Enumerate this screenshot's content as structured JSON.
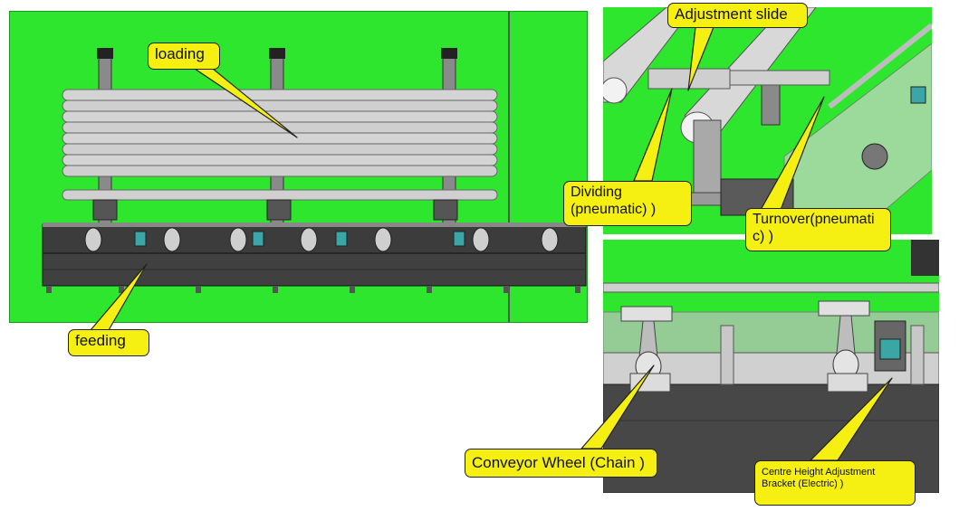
{
  "labels": {
    "loading": "loading",
    "feeding": "feeding",
    "adjustment_slide": "Adjustment slide",
    "dividing": "Dividing (pneumatic) )",
    "turnover": "Turnover(pneumatic) )",
    "conveyor_wheel": "Conveyor Wheel (Chain )",
    "centre_height": "Centre Height Adjustment Bracket (Electric) )"
  },
  "colors": {
    "background_green": "#2ee62e",
    "callout_yellow": "#f6ef12",
    "frame_dark": "#3c3c3c",
    "pipe_grey": "#c9c9c9"
  }
}
